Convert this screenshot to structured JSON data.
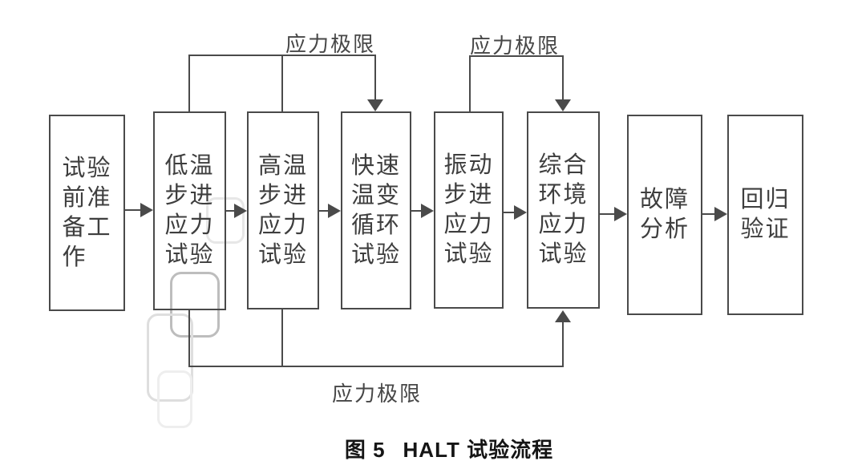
{
  "figure": {
    "caption_prefix": "图 5",
    "caption_title": "HALT 试验流程"
  },
  "diagram": {
    "stress_limit_labels": {
      "top_left": "应力极限",
      "top_right": "应力极限",
      "bottom": "应力极限"
    },
    "boxes": [
      {
        "name": "test-preparation",
        "label": "试验前准备工作",
        "lines": [
          "试验",
          "前准",
          "备工",
          "作"
        ]
      },
      {
        "name": "low-temp-step-stress",
        "label": "低温步进应力试验",
        "lines": [
          "低温",
          "步进",
          "应力",
          "试验"
        ]
      },
      {
        "name": "high-temp-step-stress",
        "label": "高温步进应力试验",
        "lines": [
          "高温",
          "步进",
          "应力",
          "试验"
        ]
      },
      {
        "name": "rapid-temp-cycling",
        "label": "快速温变循环试验",
        "lines": [
          "快速",
          "温变",
          "循环",
          "试验"
        ]
      },
      {
        "name": "vibration-step-stress",
        "label": "振动步进应力试验",
        "lines": [
          "振动",
          "步进",
          "应力",
          "试验"
        ]
      },
      {
        "name": "combined-env-stress",
        "label": "综合环境应力试验",
        "lines": [
          "综合",
          "环境",
          "应力",
          "试验"
        ]
      },
      {
        "name": "fault-analysis",
        "label": "故障分析",
        "lines": [
          "故障",
          "分析"
        ]
      },
      {
        "name": "regression-verification",
        "label": "回归验证",
        "lines": [
          "回归",
          "验证"
        ]
      }
    ]
  },
  "colors": {
    "line": "#4a4a4a",
    "box_text": "#3e3e3e",
    "label_text": "#474747",
    "caption_text": "#151515",
    "watermark": "#d5d5d5",
    "background": "#ffffff"
  }
}
